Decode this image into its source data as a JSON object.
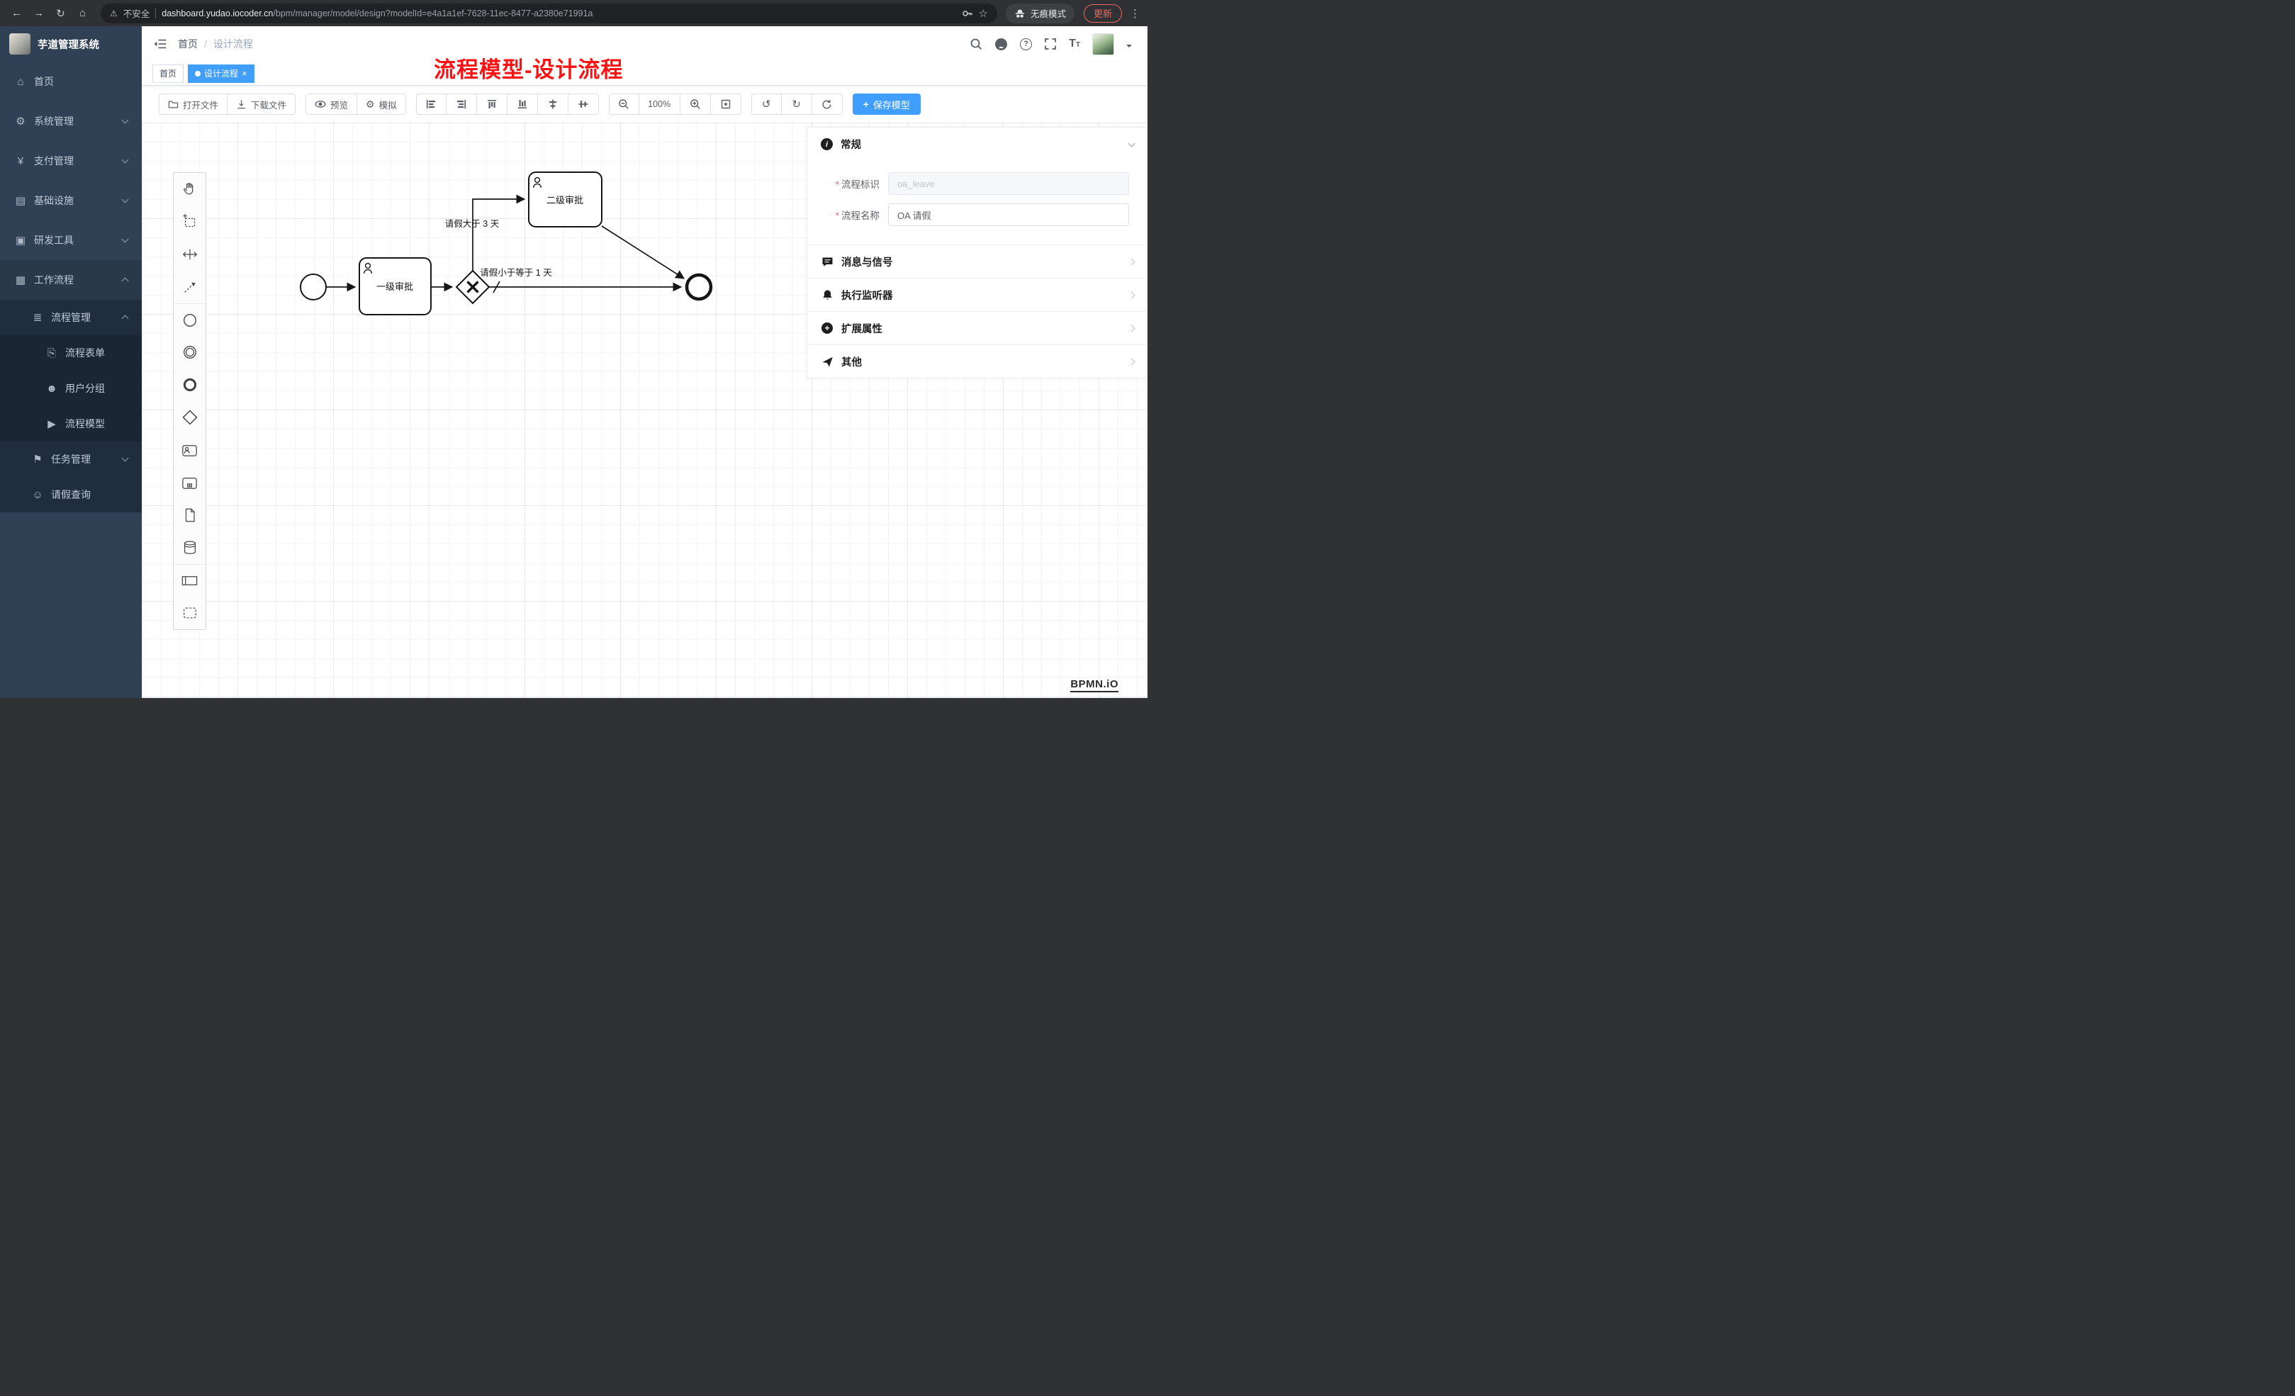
{
  "browser": {
    "security_label": "不安全",
    "url_domain": "dashboard.yudao.iocoder.cn",
    "url_path": "/bpm/manager/model/design?modelId=e4a1a1ef-7628-11ec-8477-a2380e71991a",
    "incognito_label": "无痕模式",
    "update_button": "更新"
  },
  "icons": {
    "back": "←",
    "forward": "→",
    "reload": "↻",
    "home": "⌂",
    "warning": "⚠",
    "star": "☆",
    "dots": "⋮",
    "close": "×",
    "breadcrumb_sep": "/",
    "undo": "↺",
    "redo": "↻",
    "gear": "⚙",
    "plus": "+",
    "required": "*",
    "info": "i",
    "help": "?",
    "font_big": "T",
    "font_small": "T",
    "menu_home": "⌂",
    "menu_system": "⚙",
    "menu_pay": "¥",
    "menu_infra": "▤",
    "menu_dev": "▣",
    "menu_flow": "▦",
    "menu_list": "≣",
    "menu_form": "⎘",
    "menu_users": "☻",
    "menu_model": "▶",
    "menu_task": "⚑",
    "menu_person": "☺"
  },
  "sidebar": {
    "logo_title": "芋道管理系统",
    "items": [
      {
        "label": "首页"
      },
      {
        "label": "系统管理"
      },
      {
        "label": "支付管理"
      },
      {
        "label": "基础设施"
      },
      {
        "label": "研发工具"
      },
      {
        "label": "工作流程"
      },
      {
        "label": "流程管理"
      },
      {
        "label": "流程表单"
      },
      {
        "label": "用户分组"
      },
      {
        "label": "流程模型"
      },
      {
        "label": "任务管理"
      },
      {
        "label": "请假查询"
      }
    ]
  },
  "header": {
    "breadcrumb_home": "首页",
    "breadcrumb_current": "设计流程",
    "annotation": "流程模型-设计流程"
  },
  "tabs": {
    "home": "首页",
    "active": "设计流程"
  },
  "toolbar": {
    "open_file": "打开文件",
    "download_file": "下载文件",
    "preview": "预览",
    "simulate": "模拟",
    "zoom_level": "100%",
    "save_model": "保存模型"
  },
  "diagram": {
    "task_first": "一级审批",
    "task_second": "二级审批",
    "flow_gt": "请假大于 3 天",
    "flow_le": "请假小于等于 1 天"
  },
  "panel": {
    "general_title": "常规",
    "field_key_label": "流程标识",
    "field_key_value": "oa_leave",
    "field_name_label": "流程名称",
    "field_name_value": "OA 请假",
    "rows": [
      {
        "label": "消息与信号"
      },
      {
        "label": "执行监听器"
      },
      {
        "label": "扩展属性"
      },
      {
        "label": "其他"
      }
    ]
  },
  "watermark": "BPMN.iO"
}
